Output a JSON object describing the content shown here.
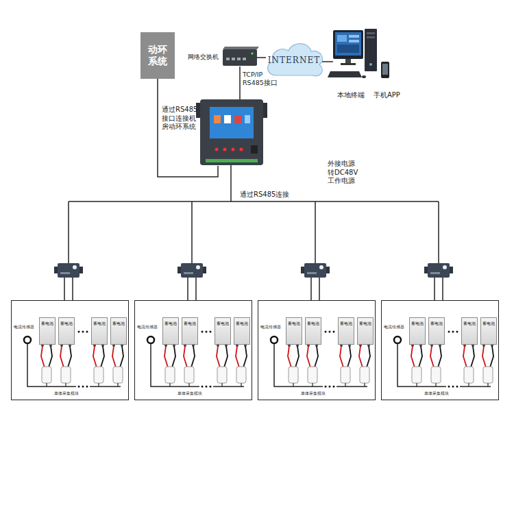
{
  "diagram": {
    "nodes": [
      {
        "text": [
          "动环 系统"
        ]
      },
      {
        "text": [
          "INTERNET"
        ]
      },
      {
        "text": [
          "电流传感器",
          "单体采集模块"
        ]
      },
      {
        "text": [
          "蓄电池"
        ],
        "in": 2
      },
      {
        "text": [
          "蓄电池"
        ],
        "in": 2
      },
      {
        "text": [
          "蓄电池"
        ],
        "in": 2
      },
      {
        "text": [
          "蓄电池"
        ],
        "in": 2
      },
      {
        "text": [
          "电流传感器",
          "单体采集模块"
        ]
      },
      {
        "text": [
          "蓄电池"
        ],
        "in": 7
      },
      {
        "text": [
          "蓄电池"
        ],
        "in": 7
      },
      {
        "text": [
          "蓄电池"
        ],
        "in": 7
      },
      {
        "text": [
          "蓄电池"
        ],
        "in": 7
      },
      {
        "text": [
          "电流传感器",
          "单体采集模块"
        ]
      },
      {
        "text": [
          "蓄电池"
        ],
        "in": 12
      },
      {
        "text": [
          "蓄电池"
        ],
        "in": 12
      },
      {
        "text": [
          "蓄电池"
        ],
        "in": 12
      },
      {
        "text": [
          "蓄电池"
        ],
        "in": 12
      },
      {
        "text": [
          "电流传感器",
          "单体采集模块"
        ]
      },
      {
        "text": [
          "蓄电池"
        ],
        "in": 17
      },
      {
        "text": [
          "蓄电池"
        ],
        "in": 17
      },
      {
        "text": [
          "蓄电池"
        ],
        "in": 17
      },
      {
        "text": [
          "蓄电池"
        ],
        "in": 17
      }
    ],
    "labels": [
      "网络交换机",
      "TCP/IP RS485接口",
      "本地终端",
      "手机APP",
      "通过RS485 接口连接机 房动环系统",
      "外接电源 转DC48V 工作电源",
      "通过RS485连接"
    ]
  }
}
